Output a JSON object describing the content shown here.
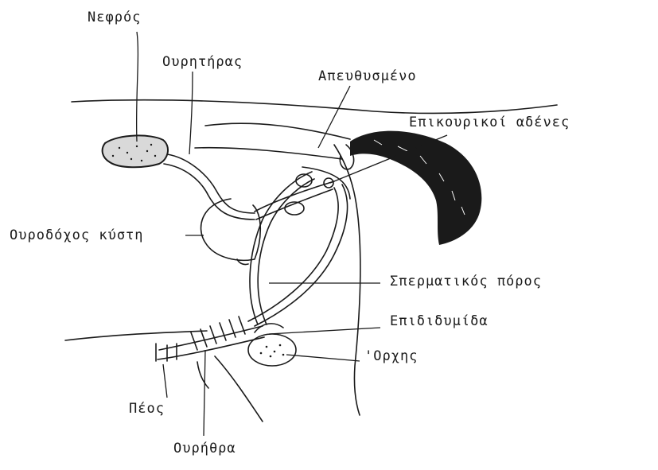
{
  "labels": {
    "kidney": "Νεφρός",
    "ureter": "Ουρητήρας",
    "rectum": "Απευθυσμένο",
    "accessory_glands": "Επικουρικοί αδένες",
    "bladder": "Ουροδόχος κύστη",
    "vas_deferens": "Σπερματικός πόρος",
    "epididymis": "Επιδιδυμίδα",
    "testis": "'Ορχης",
    "penis": "Πέος",
    "urethra": "Ουρήθρα"
  },
  "colors": {
    "ink": "#1a1a1a",
    "paper": "#ffffff"
  }
}
